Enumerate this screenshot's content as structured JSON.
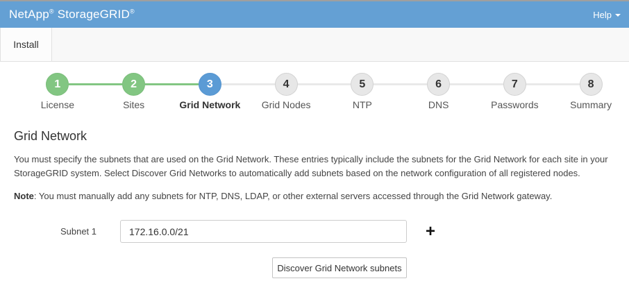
{
  "header": {
    "brand": "NetApp",
    "product": "StorageGRID",
    "reg_mark": "®",
    "help_label": "Help"
  },
  "tabs": [
    {
      "label": "Install"
    }
  ],
  "stepper": {
    "steps": [
      {
        "number": "1",
        "label": "License",
        "state": "complete"
      },
      {
        "number": "2",
        "label": "Sites",
        "state": "complete"
      },
      {
        "number": "3",
        "label": "Grid Network",
        "state": "active"
      },
      {
        "number": "4",
        "label": "Grid Nodes",
        "state": "upcoming"
      },
      {
        "number": "5",
        "label": "NTP",
        "state": "upcoming"
      },
      {
        "number": "6",
        "label": "DNS",
        "state": "upcoming"
      },
      {
        "number": "7",
        "label": "Passwords",
        "state": "upcoming"
      },
      {
        "number": "8",
        "label": "Summary",
        "state": "upcoming"
      }
    ]
  },
  "content": {
    "title": "Grid Network",
    "paragraph": "You must specify the subnets that are used on the Grid Network. These entries typically include the subnets for the Grid Network for each site in your StorageGRID system. Select Discover Grid Networks to automatically add subnets based on the network configuration of all registered nodes.",
    "note_label": "Note",
    "note_text": ": You must manually add any subnets for NTP, DNS, LDAP, or other external servers accessed through the Grid Network gateway.",
    "form": {
      "subnet_label": "Subnet 1",
      "subnet_value": "172.16.0.0/21",
      "add_icon": "+",
      "discover_button": "Discover Grid Network subnets"
    }
  },
  "colors": {
    "header_blue": "#64a0d4",
    "step_complete_green": "#82c682",
    "step_active_blue": "#5b9bd5",
    "step_upcoming_gray": "#e7e7e7",
    "tab_bar_gray": "#f8f8f8"
  }
}
